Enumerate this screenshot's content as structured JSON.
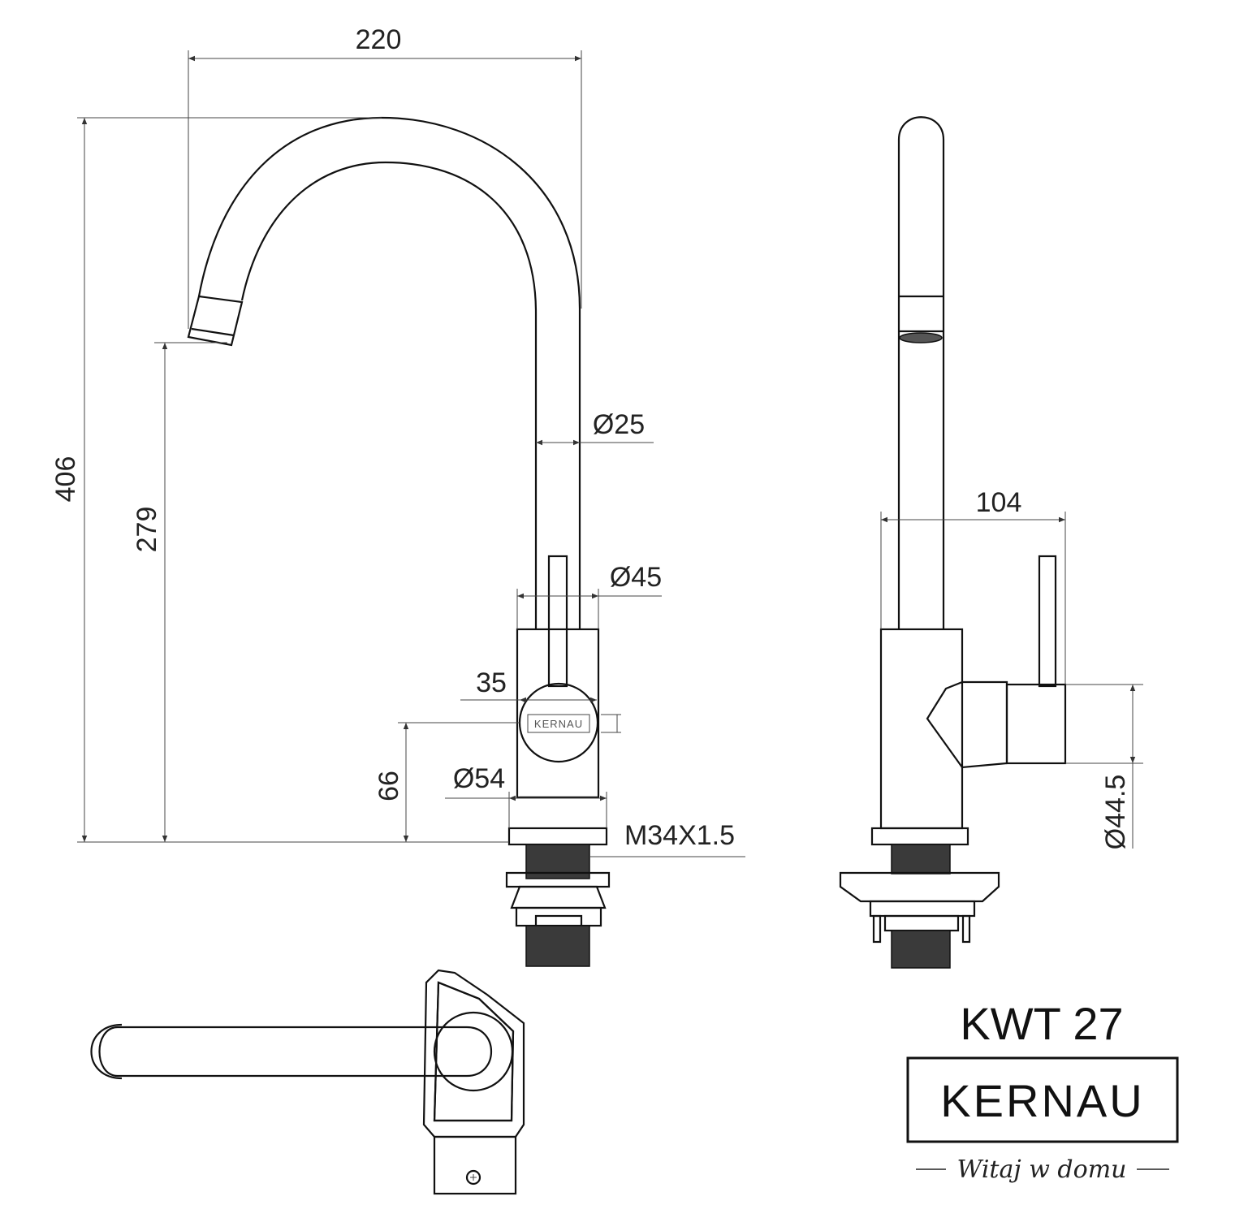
{
  "dimensions": {
    "width_spout_reach": "220",
    "total_height": "406",
    "outlet_height": "279",
    "spout_diameter": "Ø25",
    "body_diameter_top": "Ø45",
    "handle_width": "35",
    "lower_height": "66",
    "base_diameter": "Ø54",
    "thread": "M34X1.5",
    "side_width": "104",
    "handle_diameter": "Ø44.5"
  },
  "logo": {
    "engraving": "KERNAU"
  },
  "title_block": {
    "model": "KWT 27",
    "brand": "KERNAU",
    "tagline": "Witaj w domu"
  }
}
